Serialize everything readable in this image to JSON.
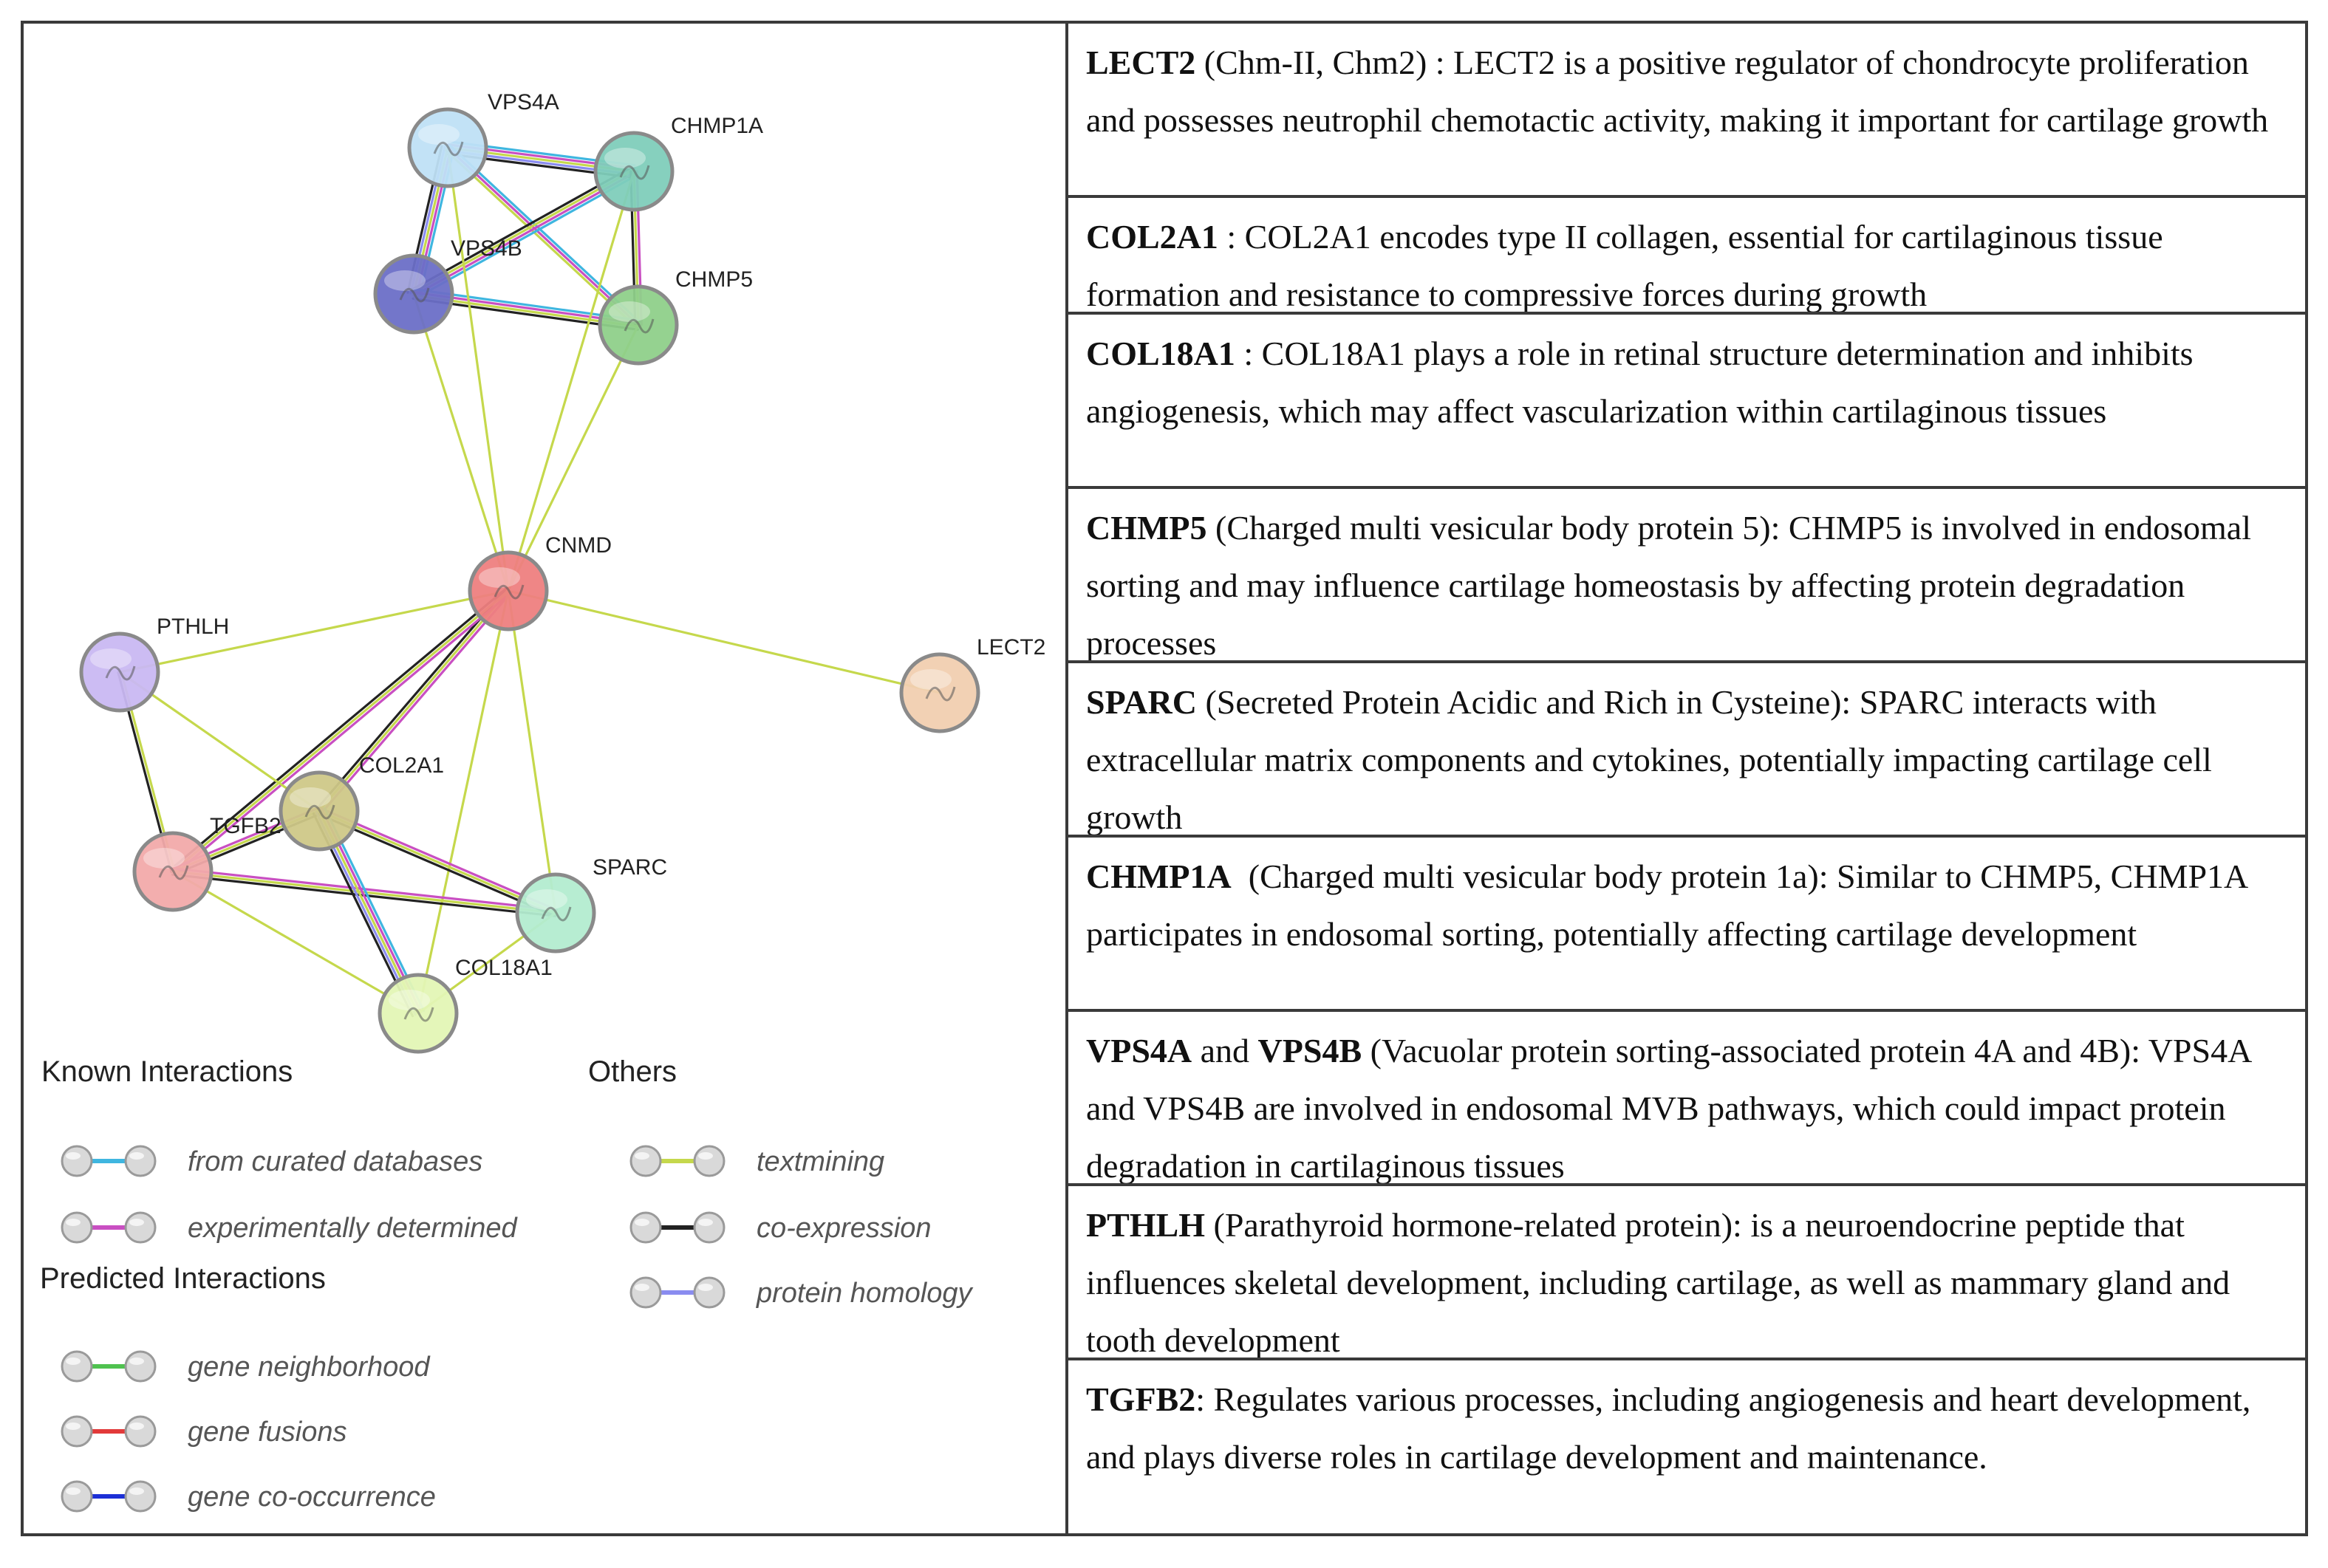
{
  "nodes": [
    {
      "id": "VPS4A",
      "label": "VPS4A",
      "color": "#bfe0f5"
    },
    {
      "id": "CHMP1A",
      "label": "CHMP1A",
      "color": "#7fcdbb"
    },
    {
      "id": "VPS4B",
      "label": "VPS4B",
      "color": "#6b6fc7"
    },
    {
      "id": "CHMP5",
      "label": "CHMP5",
      "color": "#8fd08a"
    },
    {
      "id": "CNMD",
      "label": "CNMD",
      "color": "#ee7f7f"
    },
    {
      "id": "PTHLH",
      "label": "PTHLH",
      "color": "#c9b8f2"
    },
    {
      "id": "LECT2",
      "label": "LECT2",
      "color": "#f1cfb0"
    },
    {
      "id": "COL2A1",
      "label": "COL2A1",
      "color": "#cfc888"
    },
    {
      "id": "TGFB2",
      "label": "TGFB2",
      "color": "#f2aaaa"
    },
    {
      "id": "SPARC",
      "label": "SPARC",
      "color": "#b3ecd0"
    },
    {
      "id": "COL18A1",
      "label": "COL18A1",
      "color": "#e3f5b5"
    }
  ],
  "edges": [
    {
      "a": "VPS4A",
      "b": "CHMP1A",
      "types": [
        "curated",
        "experimental",
        "textmining",
        "homology",
        "coexpression"
      ]
    },
    {
      "a": "VPS4A",
      "b": "VPS4B",
      "types": [
        "curated",
        "experimental",
        "textmining",
        "homology",
        "coexpression"
      ]
    },
    {
      "a": "VPS4A",
      "b": "CHMP5",
      "types": [
        "curated",
        "experimental",
        "textmining"
      ]
    },
    {
      "a": "CHMP1A",
      "b": "VPS4B",
      "types": [
        "curated",
        "experimental",
        "textmining",
        "coexpression"
      ]
    },
    {
      "a": "CHMP1A",
      "b": "CHMP5",
      "types": [
        "experimental",
        "textmining",
        "coexpression"
      ]
    },
    {
      "a": "VPS4B",
      "b": "CHMP5",
      "types": [
        "curated",
        "experimental",
        "textmining",
        "coexpression"
      ]
    },
    {
      "a": "CNMD",
      "b": "VPS4A",
      "types": [
        "textmining"
      ]
    },
    {
      "a": "CNMD",
      "b": "CHMP1A",
      "types": [
        "textmining"
      ]
    },
    {
      "a": "CNMD",
      "b": "VPS4B",
      "types": [
        "textmining"
      ]
    },
    {
      "a": "CNMD",
      "b": "CHMP5",
      "types": [
        "textmining"
      ]
    },
    {
      "a": "CNMD",
      "b": "PTHLH",
      "types": [
        "textmining"
      ]
    },
    {
      "a": "CNMD",
      "b": "LECT2",
      "types": [
        "textmining"
      ]
    },
    {
      "a": "CNMD",
      "b": "COL2A1",
      "types": [
        "experimental",
        "textmining",
        "coexpression"
      ]
    },
    {
      "a": "CNMD",
      "b": "TGFB2",
      "types": [
        "experimental",
        "textmining",
        "coexpression"
      ]
    },
    {
      "a": "CNMD",
      "b": "SPARC",
      "types": [
        "textmining"
      ]
    },
    {
      "a": "CNMD",
      "b": "COL18A1",
      "types": [
        "textmining"
      ]
    },
    {
      "a": "PTHLH",
      "b": "TGFB2",
      "types": [
        "textmining",
        "coexpression"
      ]
    },
    {
      "a": "PTHLH",
      "b": "COL2A1",
      "types": [
        "textmining"
      ]
    },
    {
      "a": "TGFB2",
      "b": "COL2A1",
      "types": [
        "experimental",
        "textmining",
        "coexpression"
      ]
    },
    {
      "a": "TGFB2",
      "b": "SPARC",
      "types": [
        "experimental",
        "textmining",
        "coexpression"
      ]
    },
    {
      "a": "TGFB2",
      "b": "COL18A1",
      "types": [
        "textmining"
      ]
    },
    {
      "a": "COL2A1",
      "b": "SPARC",
      "types": [
        "experimental",
        "textmining",
        "coexpression"
      ]
    },
    {
      "a": "COL2A1",
      "b": "COL18A1",
      "types": [
        "curated",
        "experimental",
        "textmining",
        "homology",
        "coexpression"
      ]
    },
    {
      "a": "SPARC",
      "b": "COL18A1",
      "types": [
        "textmining"
      ]
    }
  ],
  "edge_colors": {
    "curated": "#3fb6e0",
    "experimental": "#c94fc2",
    "textmining": "#c5d84c",
    "coexpression": "#222222",
    "homology": "#8a8cf0",
    "neighborhood": "#4fc24f",
    "fusion": "#e23a3a",
    "cooccurrence": "#1c2fd6"
  },
  "legend": {
    "known_title": "Known Interactions",
    "others_title": "Others",
    "predicted_title": "Predicted Interactions",
    "items": [
      {
        "label": "from curated databases",
        "type": "curated"
      },
      {
        "label": "experimentally determined",
        "type": "experimental"
      },
      {
        "label": "textmining",
        "type": "textmining"
      },
      {
        "label": "co-expression",
        "type": "coexpression"
      },
      {
        "label": "protein homology",
        "type": "homology"
      },
      {
        "label": "gene neighborhood",
        "type": "neighborhood"
      },
      {
        "label": "gene fusions",
        "type": "fusion"
      },
      {
        "label": "gene co-occurrence",
        "type": "cooccurrence"
      }
    ]
  },
  "descriptions": [
    {
      "genes": [
        "LECT2"
      ],
      "text": " (Chm-II, Chm2) : LECT2 is a positive regulator of chondrocyte proliferation and possesses neutrophil chemotactic activity, making it important for cartilage growth"
    },
    {
      "genes": [
        "COL2A1"
      ],
      "text": " : COL2A1 encodes type II collagen, essential for cartilaginous tissue formation and resistance to compressive forces during growth"
    },
    {
      "genes": [
        "COL18A1"
      ],
      "text": " : COL18A1 plays a role in retinal structure determination and inhibits angiogenesis, which may affect vascularization within cartilaginous tissues"
    },
    {
      "genes": [
        "CHMP5"
      ],
      "text": " (Charged multi vesicular body protein 5): CHMP5 is involved in endosomal sorting and may influence cartilage homeostasis by affecting protein degradation processes"
    },
    {
      "genes": [
        "SPARC"
      ],
      "text": " (Secreted Protein Acidic and Rich in Cysteine): SPARC interacts with extracellular matrix components and cytokines, potentially impacting cartilage cell growth"
    },
    {
      "genes": [
        "CHMP1A"
      ],
      "text": "  (Charged multi vesicular body protein 1a): Similar to CHMP5, CHMP1A participates in endosomal sorting, potentially affecting cartilage development"
    },
    {
      "genes": [
        "VPS4A",
        "VPS4B"
      ],
      "joiner": " and ",
      "text": " (Vacuolar protein sorting-associated protein 4A and 4B): VPS4A and VPS4B are involved in endosomal MVB pathways, which could impact protein degradation in cartilaginous tissues"
    },
    {
      "genes": [
        "PTHLH"
      ],
      "text": " (Parathyroid hormone-related protein): is a neuroendocrine peptide that influences skeletal development, including cartilage, as well as mammary gland and tooth development"
    },
    {
      "genes": [
        "TGFB2"
      ],
      "text": ": Regulates various processes, including angiogenesis and heart development, and plays diverse roles in cartilage development and maintenance."
    }
  ]
}
